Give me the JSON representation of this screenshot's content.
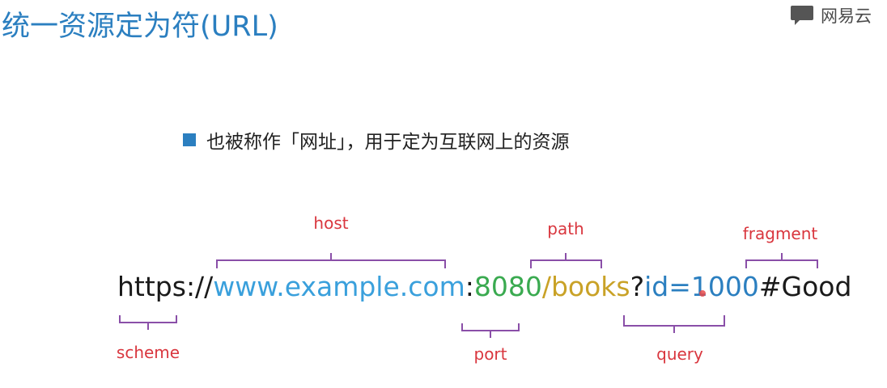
{
  "title": "统一资源定为符(URL)",
  "logo": {
    "text": "网易云"
  },
  "bullet": {
    "text": "也被称作「网址」，用于定为互联网上的资源"
  },
  "url": {
    "segments": [
      {
        "name": "scheme",
        "text": "https",
        "color": "#1a1a1a"
      },
      {
        "name": "sep1",
        "text": "://",
        "color": "#1a1a1a"
      },
      {
        "name": "host",
        "text": "www.example.com",
        "color": "#3aa0dc"
      },
      {
        "name": "colon",
        "text": ":",
        "color": "#1a1a1a"
      },
      {
        "name": "port",
        "text": "8080",
        "color": "#3aaa50"
      },
      {
        "name": "path",
        "text": "/books",
        "color": "#c9a227"
      },
      {
        "name": "qmark",
        "text": "?",
        "color": "#1a1a1a"
      },
      {
        "name": "query",
        "text": "id=1000",
        "color": "#2b7fc0"
      },
      {
        "name": "fragment",
        "text": "#Good",
        "color": "#1a1a1a"
      }
    ]
  },
  "labels": {
    "host": "host",
    "path": "path",
    "fragment": "fragment",
    "scheme": "scheme",
    "port": "port",
    "query": "query"
  },
  "colors": {
    "title": "#2b7fc0",
    "bullet": "#2b7fc0",
    "label": "#d9363e",
    "bracket": "#8a4fa8"
  }
}
